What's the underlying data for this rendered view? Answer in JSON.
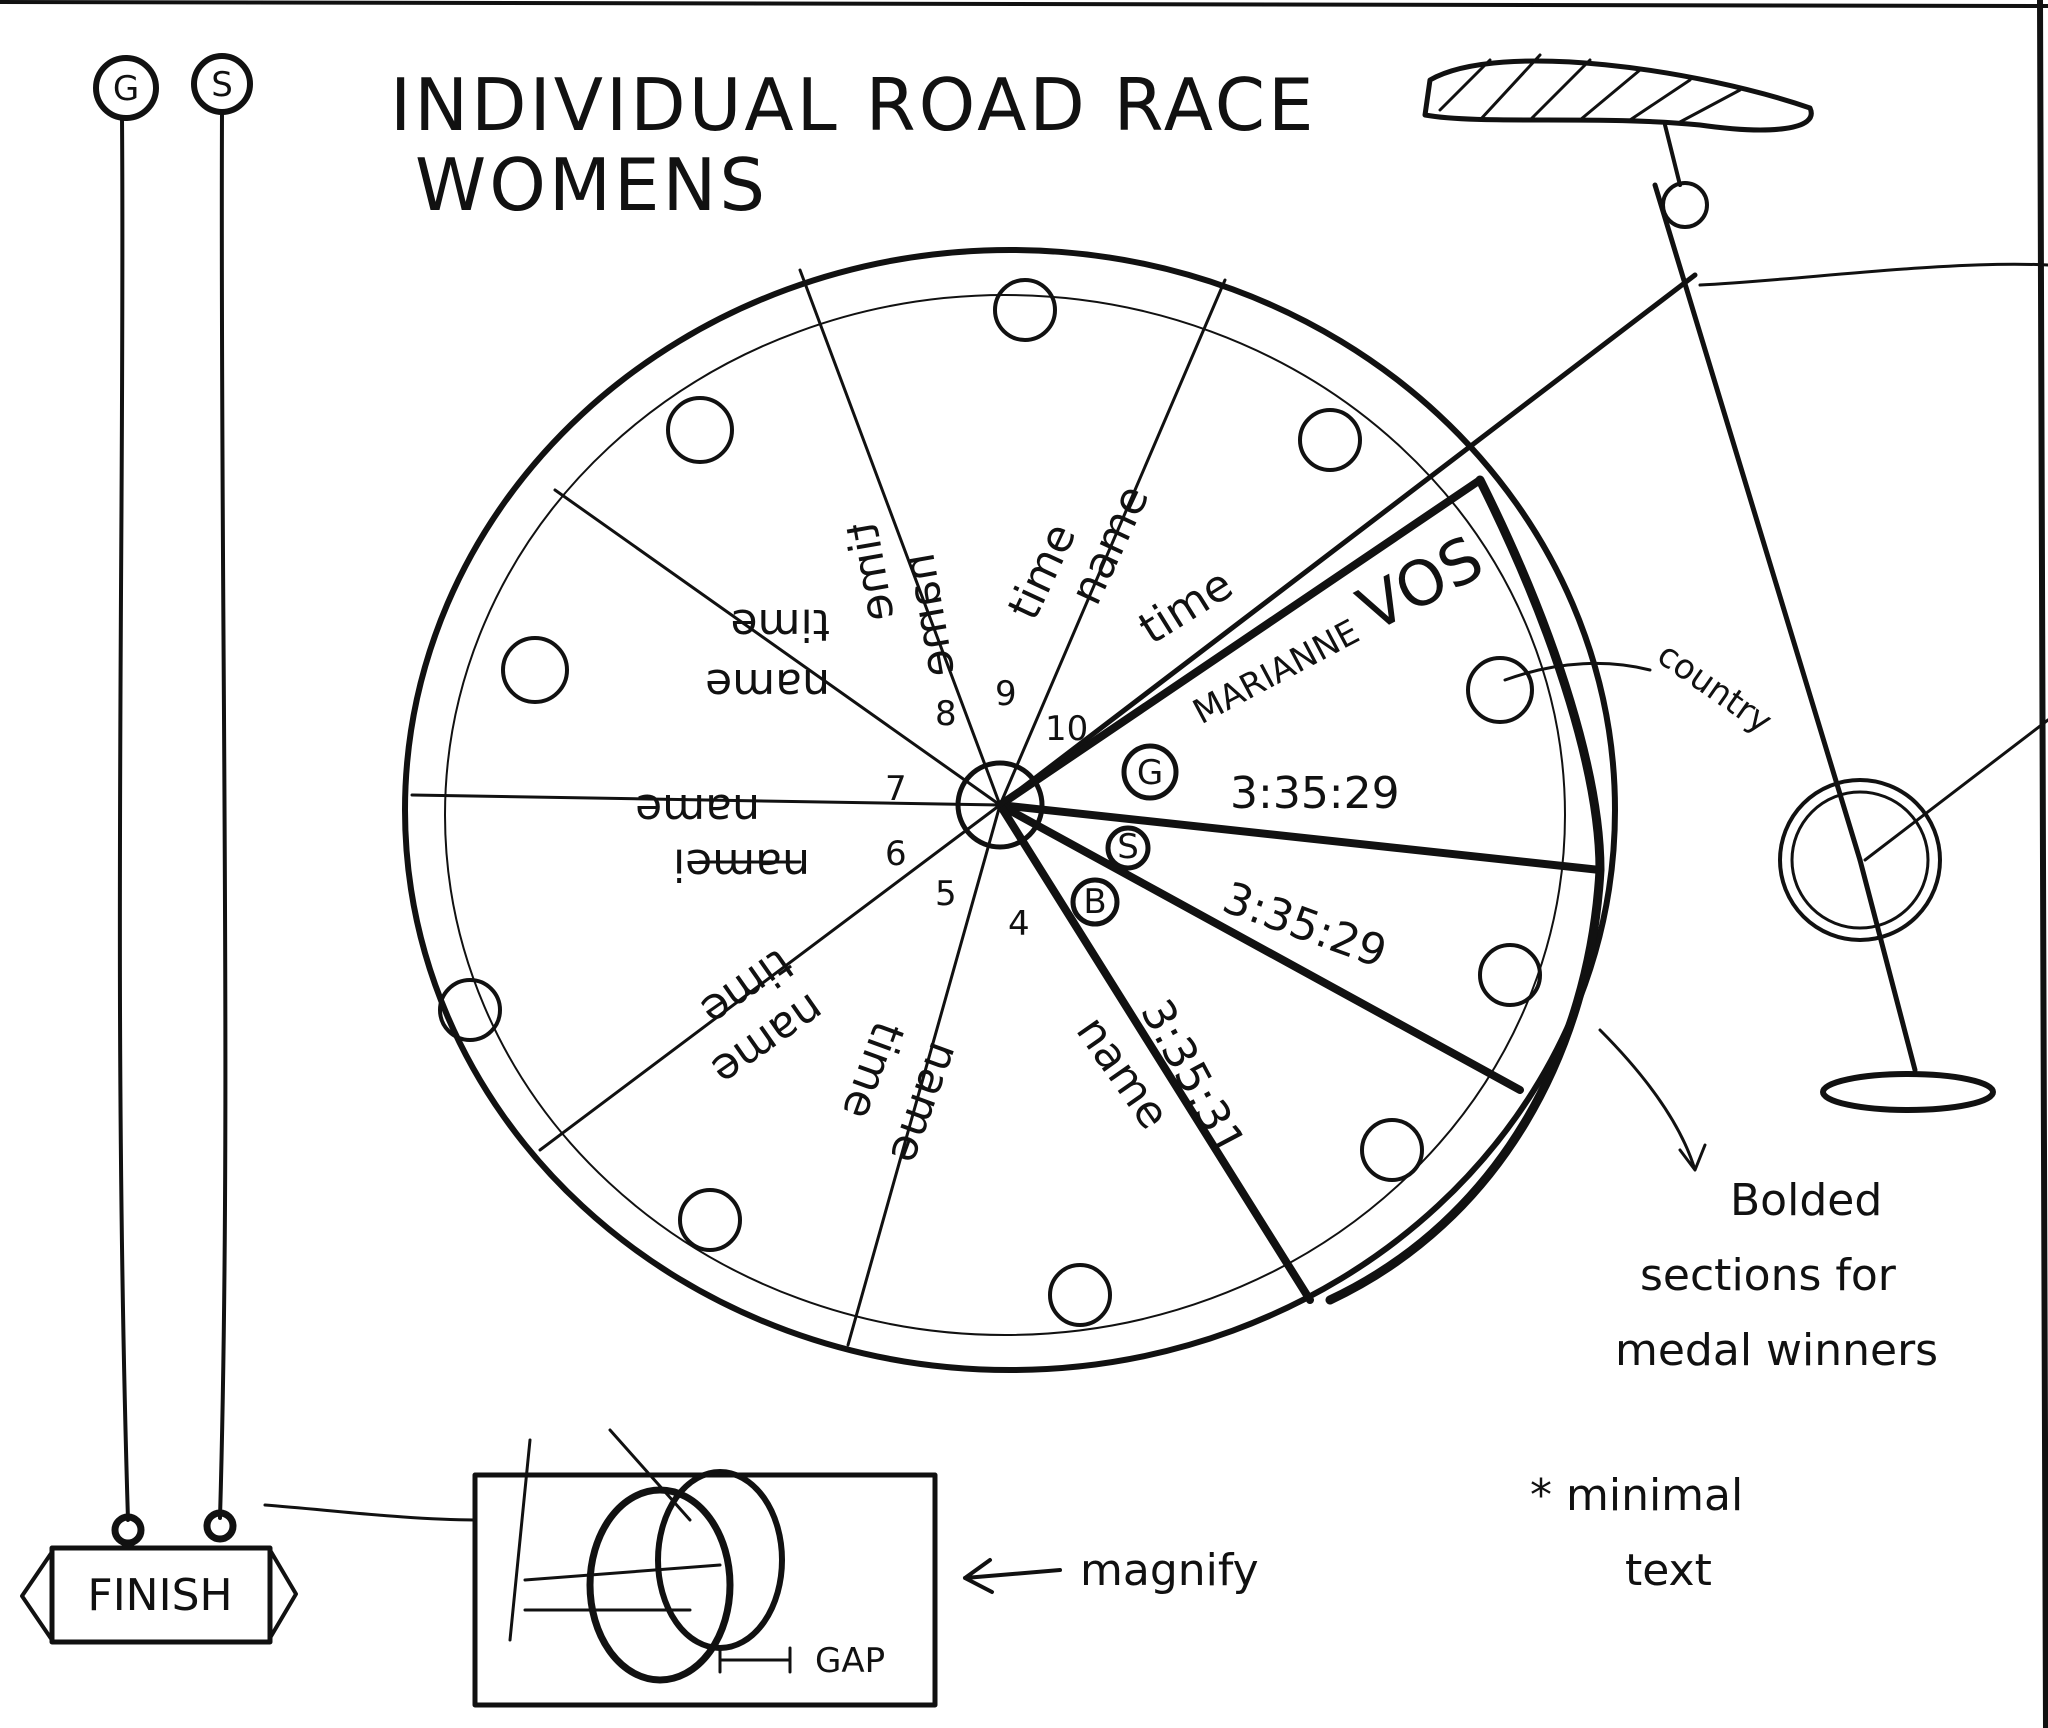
{
  "title": {
    "line1": "INDIVIDUAL ROAD RACE",
    "line2": "WOMENS"
  },
  "medal_tabs": {
    "gold": "G",
    "silver": "S"
  },
  "finish_label": "FINISH",
  "wheel": {
    "winner": {
      "first_name": "MARIANNE",
      "last_name": "VOS",
      "time": "3:35:29",
      "badge": "G"
    },
    "second": {
      "time": "3:35:29",
      "badge": "S"
    },
    "third": {
      "time": "3:35:31",
      "badge": "B"
    },
    "placeholder_name": "name",
    "placeholder_time": "time",
    "struck_placeholder": "namei",
    "numbers": [
      "4",
      "5",
      "6",
      "7",
      "8",
      "9",
      "10"
    ]
  },
  "annotations": {
    "country": "country",
    "bolded_line1": "Bolded",
    "bolded_line2": "sections for",
    "bolded_line3": "medal winners",
    "magnify": "magnify",
    "minimal_line1": "* minimal",
    "minimal_line2": "text",
    "gap": "GAP"
  }
}
